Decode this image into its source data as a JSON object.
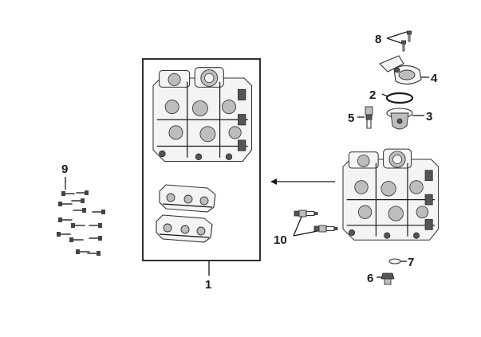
{
  "callouts": {
    "c1": "1",
    "c2": "2",
    "c3": "3",
    "c4": "4",
    "c5": "5",
    "c6": "6",
    "c7": "7",
    "c8": "8",
    "c9": "9",
    "c10": "10"
  },
  "colors": {
    "line": "#1a1a1a",
    "part_fill": "#f4f4f4",
    "part_shade": "#bdbdbd"
  }
}
